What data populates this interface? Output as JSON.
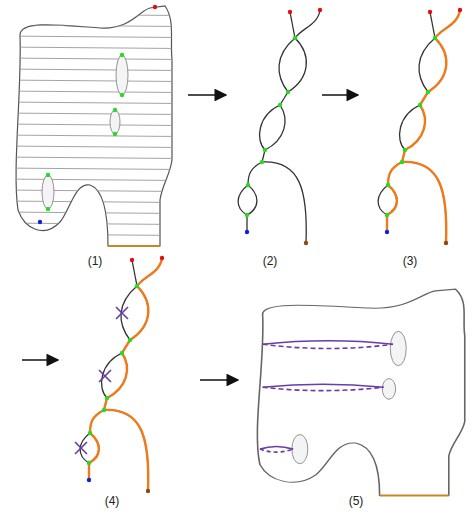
{
  "diagram": {
    "labels": [
      "(1)",
      "(2)",
      "(3)",
      "(4)",
      "(5)"
    ]
  }
}
